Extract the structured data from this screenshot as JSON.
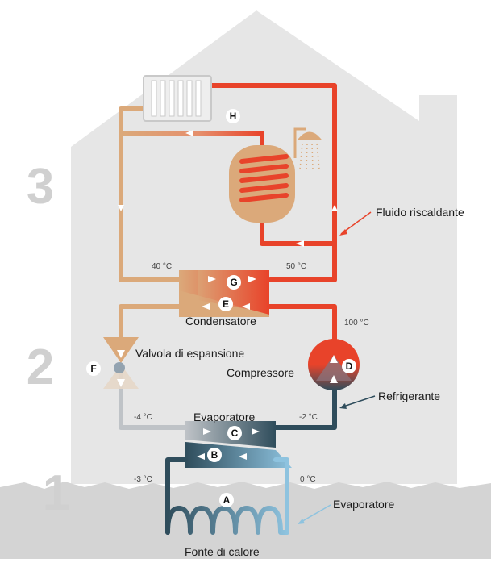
{
  "colors": {
    "house": "#e6e6e6",
    "ground": "#d4d4d4",
    "heating_hot": "#e8432a",
    "heating_warm": "#dba97a",
    "refrigerant_dark": "#2f4d5c",
    "refrigerant_light": "#bfc3c7",
    "source_cold": "#8ec3df",
    "source_dark": "#2f4d5c",
    "big_numbers": "#d0d0d0"
  },
  "section_numbers": [
    "3",
    "2",
    "1"
  ],
  "labels": {
    "condensatore": "Condensatore",
    "valvola": "Valvola di espansione",
    "compressore": "Compressore",
    "evaporatore_mid": "Evaporatore",
    "fluido": "Fluido riscaldante",
    "refrigerante": "Refrigerante",
    "evaporatore_right": "Evaporatore",
    "fonte": "Fonte di calore"
  },
  "temps": {
    "t40": "40 °C",
    "t50": "50 °C",
    "t100": "100 °C",
    "tm4": "-4 °C",
    "tm2": "-2 °C",
    "tm3": "-3 °C",
    "t0": "0 °C"
  },
  "markers": {
    "A": "A",
    "B": "B",
    "C": "C",
    "D": "D",
    "E": "E",
    "F": "F",
    "G": "G",
    "H": "H"
  },
  "icons": [
    "radiator-icon",
    "water-tank-icon",
    "shower-icon",
    "expansion-valve-icon",
    "compressor-icon"
  ]
}
